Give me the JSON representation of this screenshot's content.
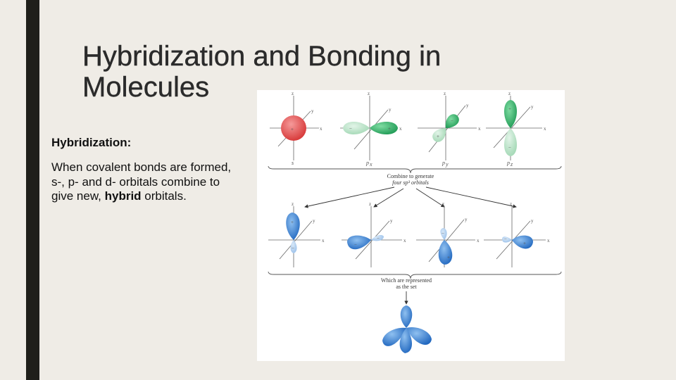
{
  "slide": {
    "title": "Hybridization and Bonding in Molecules",
    "subheading": "Hybridization:",
    "body_before": "When covalent bonds are formed, s-, p- and d- orbitals combine to give new, ",
    "body_bold": "hybrid",
    "body_after": " orbitals."
  },
  "figure": {
    "axis_labels": {
      "x": "x",
      "y": "y",
      "z": "z"
    },
    "sign_plus": "+",
    "sign_minus": "−",
    "orbital_names": [
      "s",
      "p",
      "p",
      "p"
    ],
    "orbital_subscripts": [
      "x",
      "y",
      "z"
    ],
    "caption_combine_line1": "Combine to generate",
    "caption_combine_line2": "four sp³ orbitals",
    "caption_represented_line1": "Which are represented",
    "caption_represented_line2": "as the set",
    "colors": {
      "s_orbital": "#e04a4a",
      "p_orbital_green": "#2fb56a",
      "p_orbital_light": "#a8ddb8",
      "sp3_blue": "#2f7fd0",
      "sp3_light": "#a9c9ec"
    }
  }
}
